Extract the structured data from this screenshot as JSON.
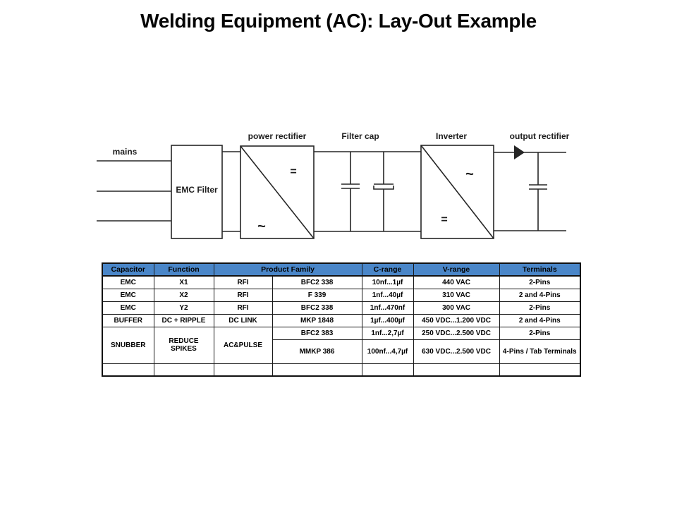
{
  "page": {
    "title": "Welding Equipment (AC): Lay-Out Example",
    "background": "#ffffff"
  },
  "diagram": {
    "line_color": "#262626",
    "labels": {
      "mains": "mains",
      "emc_filter": "EMC Filter",
      "power_rectifier": "power rectifier",
      "filter_cap": "Filter cap",
      "inverter": "Inverter",
      "output_rectifier": "output rectifier"
    },
    "symbols": {
      "dc": "=",
      "ac": "~"
    }
  },
  "table": {
    "header_bg": "#4a86c8",
    "headers": [
      "Capacitor",
      "Function",
      "Product Family",
      "C-range",
      "V-range",
      "Terminals"
    ],
    "rows": [
      {
        "capacitor": "EMC",
        "function": "X1",
        "family_a": "RFI",
        "family_b": "BFC2 338",
        "c_range": "10nf...1µf",
        "v_range": "440 VAC",
        "terminals": "2-Pins"
      },
      {
        "capacitor": "EMC",
        "function": "X2",
        "family_a": "RFI",
        "family_b": "F 339",
        "c_range": "1nf...40µf",
        "v_range": "310 VAC",
        "terminals": "2 and 4-Pins"
      },
      {
        "capacitor": "EMC",
        "function": "Y2",
        "family_a": "RFI",
        "family_b": "BFC2 338",
        "c_range": "1nf...470nf",
        "v_range": "300 VAC",
        "terminals": "2-Pins"
      },
      {
        "capacitor": "BUFFER",
        "function": "DC + RIPPLE",
        "family_a": "DC LINK",
        "family_b": "MKP 1848",
        "c_range": "1µf...400µf",
        "v_range": "450 VDC...1.200 VDC",
        "terminals": "2 and 4-Pins"
      },
      {
        "capacitor": "SNUBBER",
        "function": "REDUCE SPIKES",
        "family_a": "AC&PULSE",
        "family_b": "BFC2 383",
        "c_range": "1nf...2,7µf",
        "v_range": "250 VDC...2.500 VDC",
        "terminals": "2-Pins"
      },
      {
        "capacitor": "",
        "function": "",
        "family_a": "",
        "family_b": "MMKP 386",
        "c_range": "100nf...4,7µf",
        "v_range": "630 VDC...2.500 VDC",
        "terminals": "4-Pins / Tab Terminals"
      },
      {
        "capacitor": "",
        "function": "",
        "family_a": "",
        "family_b": "",
        "c_range": "",
        "v_range": "",
        "terminals": ""
      }
    ]
  }
}
